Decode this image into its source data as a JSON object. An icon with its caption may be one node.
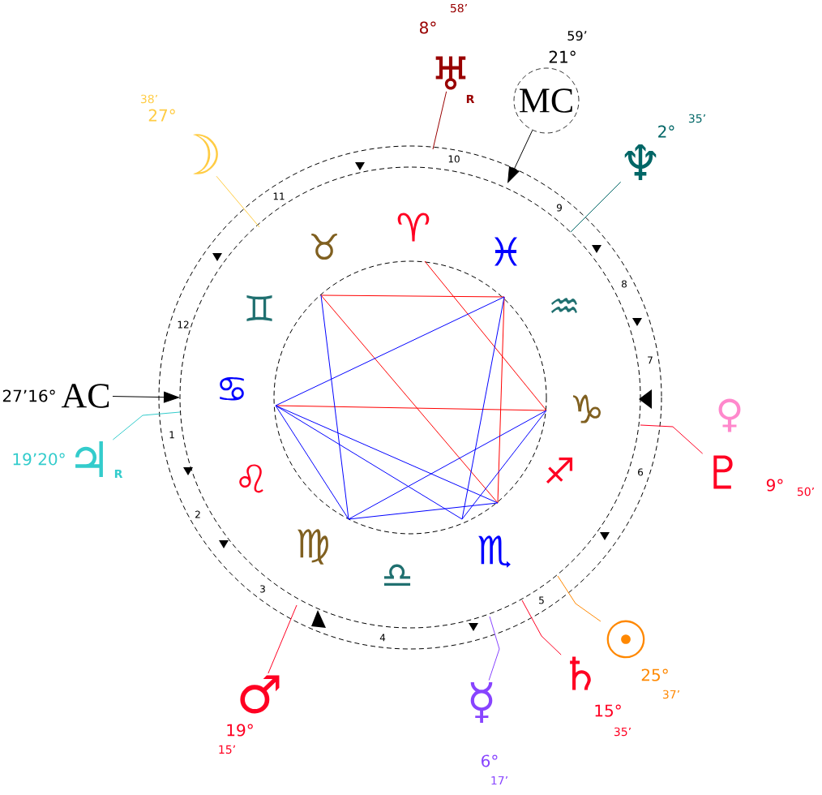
{
  "diagram": {
    "nodes": [
      {
        "text": [
          "♅"
        ],
        "beside": [
          "58’",
          "8°",
          "R"
        ]
      },
      {
        "text": [
          "MC"
        ],
        "beside": [
          "59’",
          "21°"
        ]
      },
      {
        "text": [
          "☽"
        ],
        "beside": [
          "38’",
          "27°"
        ]
      },
      {
        "text": [
          "♆"
        ],
        "beside": [
          "2°",
          "35’"
        ]
      },
      {
        "text": [
          "AC"
        ],
        "beside": [
          "27’16°"
        ]
      },
      {
        "text": [
          "♀"
        ]
      },
      {
        "text": [
          "♃"
        ],
        "beside": [
          "19’20°",
          "R"
        ]
      },
      {
        "text": [
          "♇"
        ],
        "beside": [
          "9°",
          "50’"
        ]
      },
      {
        "text": [
          "☉"
        ],
        "beside": [
          "25°",
          "37’"
        ]
      },
      {
        "text": [
          "♄"
        ],
        "beside": [
          "15°",
          "35’"
        ]
      },
      {
        "text": [
          "♂"
        ],
        "beside": [
          "19°",
          "15’"
        ]
      },
      {
        "text": [
          "☿"
        ],
        "beside": [
          "6°",
          "17’"
        ]
      }
    ],
    "edges": [
      {
        "from": 0,
        "to": null,
        "arrow": "none",
        "color": "#990000"
      },
      {
        "from": 1,
        "to": null,
        "arrow": "to",
        "color": "#000000"
      },
      {
        "from": 2,
        "to": null,
        "arrow": "none",
        "color": "#ffcc44"
      },
      {
        "from": 3,
        "to": null,
        "arrow": "none",
        "color": "#006666"
      },
      {
        "from": 4,
        "to": null,
        "arrow": "to",
        "color": "#000000"
      },
      {
        "from": 6,
        "to": null,
        "arrow": "none",
        "color": "#33cccc"
      },
      {
        "from": 7,
        "to": null,
        "arrow": "none",
        "color": "#ff0022"
      },
      {
        "from": 8,
        "to": null,
        "arrow": "none",
        "color": "#ff8800"
      },
      {
        "from": 9,
        "to": null,
        "arrow": "none",
        "color": "#ff0022"
      },
      {
        "from": 10,
        "to": null,
        "arrow": "none",
        "color": "#ff0022"
      },
      {
        "from": 11,
        "to": null,
        "arrow": "none",
        "color": "#8844ff"
      }
    ],
    "labels": [
      "♈",
      "♉",
      "♓",
      "♊",
      "♒",
      "♋",
      "♑",
      "♌",
      "♐",
      "♍",
      "♏",
      "♎",
      "10",
      "11",
      "9",
      "8",
      "12",
      "7",
      "1",
      "6",
      "2",
      "3",
      "5",
      "4"
    ]
  }
}
